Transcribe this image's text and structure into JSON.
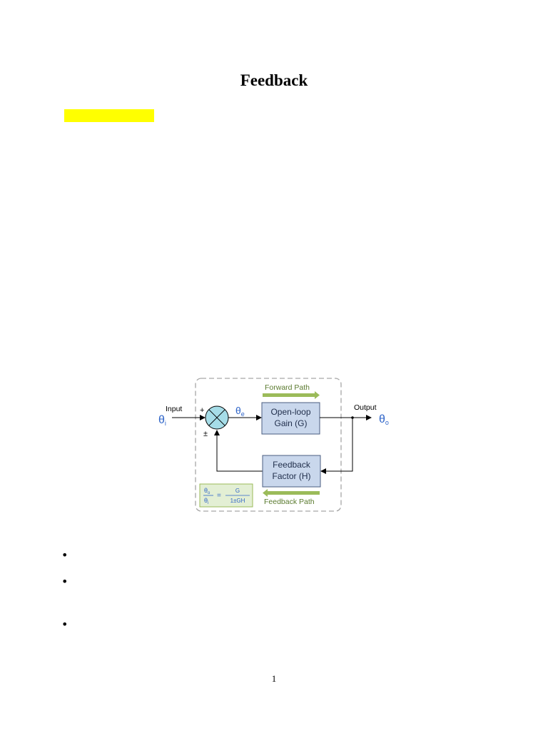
{
  "document": {
    "title": "Feedback",
    "highlight_color": "#ffff00",
    "page_number": "1",
    "bullets": [
      "",
      "",
      ""
    ]
  },
  "diagram": {
    "input_label": "Input",
    "input_symbol": "θ",
    "input_subscript": "i",
    "plus_sign": "+",
    "plus_minus_sign": "±",
    "error_symbol": "θ",
    "error_subscript": "e",
    "forward_path_label": "Forward Path",
    "open_loop_block": {
      "line1": "Open-loop",
      "line2": "Gain (G)"
    },
    "feedback_block": {
      "line1": "Feedback",
      "line2": "Factor (H)"
    },
    "output_label": "Output",
    "output_symbol": "θ",
    "output_subscript": "o",
    "feedback_path_label": "Feedback Path",
    "formula": {
      "lhs_num": "θ",
      "lhs_num_sub": "o",
      "lhs_den": "θ",
      "lhs_den_sub": "i",
      "equals": "=",
      "rhs_num": "G",
      "rhs_den": "1±GH"
    },
    "colors": {
      "block_fill": "#c9d7ec",
      "block_stroke": "#4a5d80",
      "summing_fill": "#a6dde8",
      "path_arrow": "#9bbb59",
      "path_text": "#5a7a2e",
      "symbol_color": "#2e64c8",
      "formula_fill": "#e3efd4",
      "formula_stroke": "#9bbb59",
      "dashed_border": "#a6a6a6"
    }
  }
}
